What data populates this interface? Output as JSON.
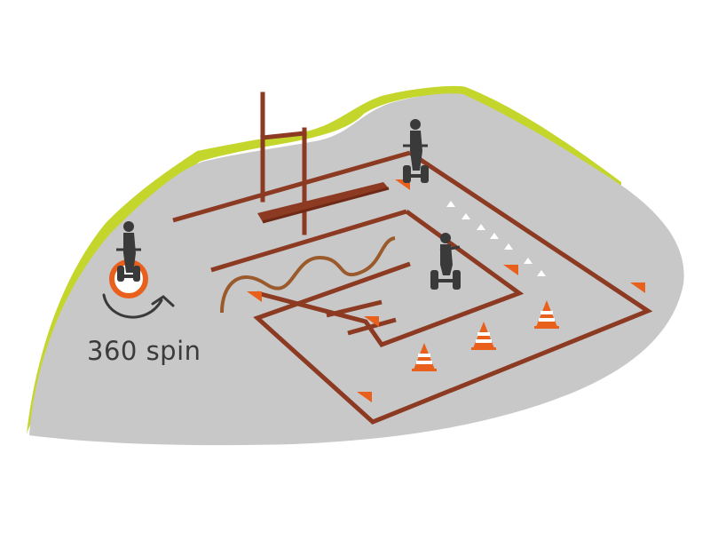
{
  "spin_label": "360 spin",
  "colors": {
    "ground": "#c8c8c8",
    "grass": "#c4d62b",
    "track": "#8c3a22",
    "rope": "#9a5a2c",
    "accent": "#e8601c",
    "rider": "#3a3a3a"
  },
  "obstacles": [
    "high-gate",
    "balance-beam",
    "rope-slalom",
    "cone-slalom",
    "course-rectangle",
    "zigzag-track",
    "ramps"
  ]
}
